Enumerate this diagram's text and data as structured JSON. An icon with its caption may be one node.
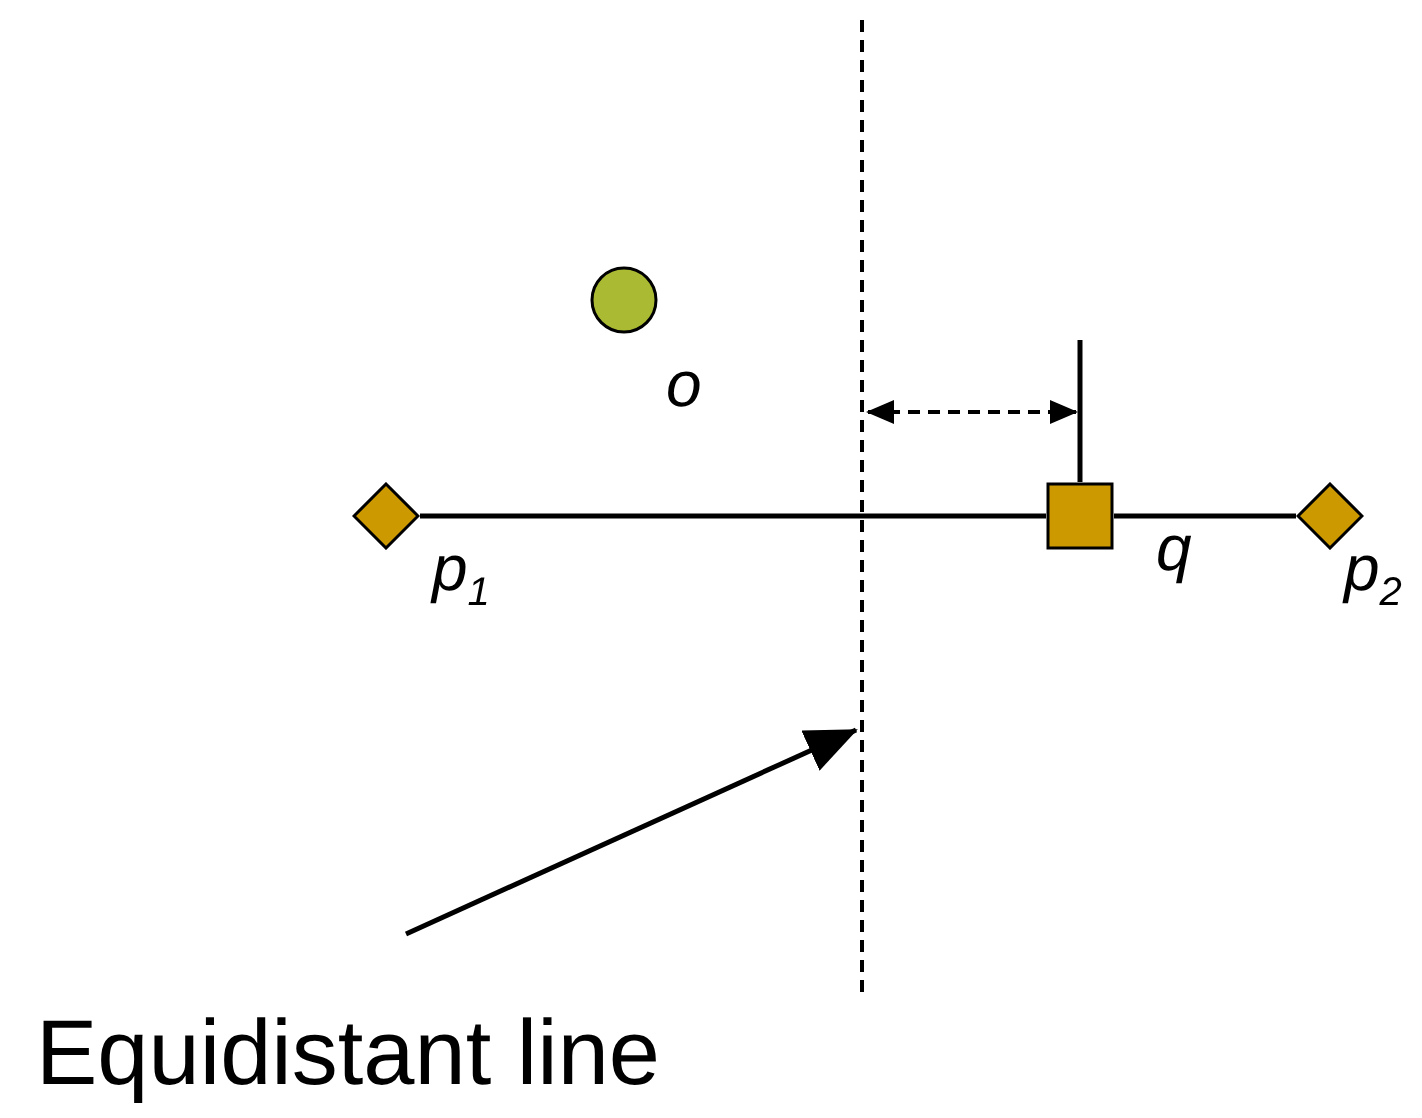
{
  "diagram": {
    "nodes": [
      {
        "text": [],
        "shape": "diamond",
        "beside": [
          "p$_{1}$"
        ]
      },
      {
        "text": [],
        "shape": "box",
        "beside": [
          "q"
        ]
      },
      {
        "text": [],
        "shape": "diamond",
        "beside": [
          "p$_{2}$"
        ]
      },
      {
        "text": [],
        "shape": "circle",
        "beside": [
          "o"
        ]
      },
      {
        "text": [
          "Equidistant line"
        ]
      },
      {
        "text": [],
        "shape": "line"
      },
      {
        "text": [],
        "shape": "line"
      }
    ],
    "edges": [
      {
        "from": 0,
        "to": 1,
        "arrow": "none"
      },
      {
        "from": 1,
        "to": 2,
        "arrow": "none"
      },
      {
        "from": 4,
        "to": 5,
        "arrow": "to"
      },
      {
        "from": 5,
        "to": 6,
        "arrow": "both",
        "style": "dashed"
      },
      {
        "from": 6,
        "to": 1,
        "arrow": "none"
      }
    ]
  }
}
